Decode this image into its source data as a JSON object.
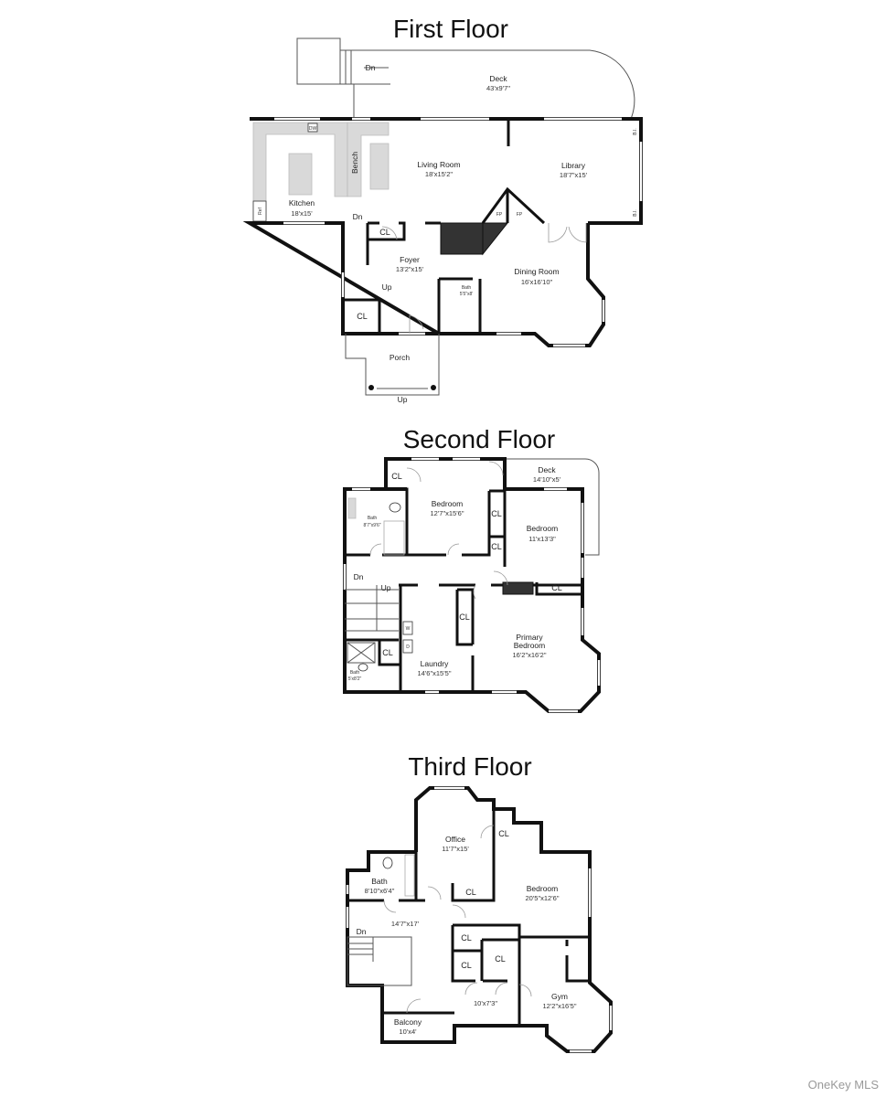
{
  "watermark": "OneKey MLS",
  "first_floor": {
    "title": "First Floor",
    "deck": {
      "name": "Deck",
      "dim": "43'x9'7\""
    },
    "kitchen": {
      "name": "Kitchen",
      "dim": "18'x15'"
    },
    "living_room": {
      "name": "Living Room",
      "dim": "18'x15'2\""
    },
    "library": {
      "name": "Library",
      "dim": "18'7\"x15'"
    },
    "foyer": {
      "name": "Foyer",
      "dim": "13'2\"x15'"
    },
    "dining_room": {
      "name": "Dining Room",
      "dim": "16'x16'10\""
    },
    "bath": {
      "name": "Bath",
      "dim": "5'5\"x8'"
    },
    "porch": {
      "name": "Porch"
    },
    "labels": {
      "bench": "Bench",
      "ref": "Ref",
      "dw": "DW",
      "bi": "B.I.",
      "fp": "FP",
      "dn": "Dn",
      "up": "Up",
      "cl": "CL"
    }
  },
  "second_floor": {
    "title": "Second Floor",
    "deck": {
      "name": "Deck",
      "dim": "14'10\"x5'"
    },
    "bedroom_1": {
      "name": "Bedroom",
      "dim": "12'7\"x15'6\""
    },
    "bedroom_2": {
      "name": "Bedroom",
      "dim": "11'x13'3\""
    },
    "bath_1": {
      "name": "Bath",
      "dim": "8'7\"x9'6\""
    },
    "bath_2": {
      "name": "Bath",
      "dim": "5'x8'2\""
    },
    "primary_bedroom": {
      "name_line1": "Primary",
      "name_line2": "Bedroom",
      "dim": "16'2\"x16'2\""
    },
    "laundry": {
      "name": "Laundry",
      "dim": "14'6\"x15'5\""
    },
    "labels": {
      "dn": "Dn",
      "up": "Up",
      "cl": "CL",
      "washer": "W",
      "dryer": "D"
    }
  },
  "third_floor": {
    "title": "Third Floor",
    "office": {
      "name": "Office",
      "dim": "11'7\"x15'"
    },
    "bath": {
      "name": "Bath",
      "dim": "8'10\"x6'4\""
    },
    "bedroom": {
      "name": "Bedroom",
      "dim": "20'5\"x12'6\""
    },
    "hall": {
      "dim": "14'7\"x17'"
    },
    "hall_2": {
      "dim": "10'x7'3\""
    },
    "gym": {
      "name": "Gym",
      "dim": "12'2\"x16'5\""
    },
    "balcony": {
      "name": "Balcony",
      "dim": "10'x4'"
    },
    "labels": {
      "dn": "Dn",
      "cl": "CL"
    }
  }
}
